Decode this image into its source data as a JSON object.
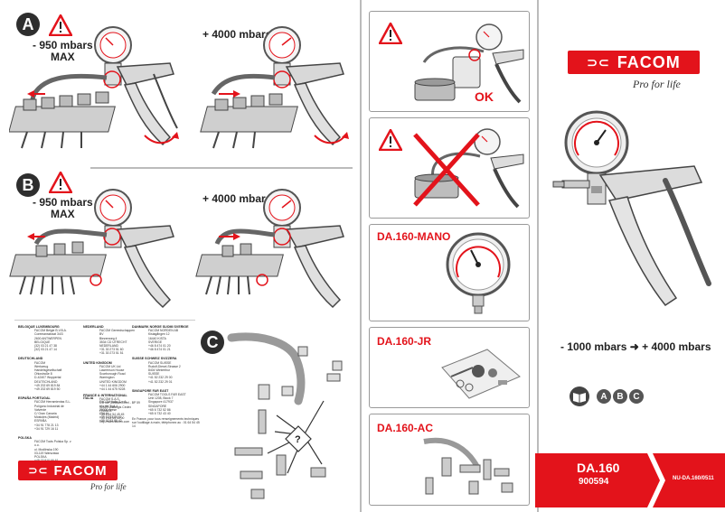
{
  "sections": {
    "a": {
      "badge": "A",
      "left_label_line1": "- 950 mbars",
      "left_label_line2": "MAX",
      "right_label": "+ 4000 mbars"
    },
    "b": {
      "badge": "B",
      "left_label_line1": "- 950 mbars",
      "left_label_line2": "MAX",
      "right_label": "+ 4000 mbars"
    },
    "c": {
      "badge": "C"
    }
  },
  "panels": {
    "ok_label": "OK",
    "mano_title": "DA.160-MANO",
    "jr_title": "DA.160-JR",
    "ac_title": "DA.160-AC"
  },
  "brand": {
    "logo_text": "FACOM",
    "tagline": "Pro for life",
    "range_text": "- 1000 mbars  ➜  + 4000 mbars",
    "manual_letters": [
      "A",
      "B",
      "C"
    ]
  },
  "footer": {
    "product_code": "DA.160",
    "product_number": "900594",
    "doc_ref": "NU-DA.160/0511"
  },
  "contacts": {
    "col1": [
      {
        "head": "BELGIQUE LUXEMBOURG",
        "lines": [
          "FACOM Belgie B.V.B.A.",
          "Coremansstraat 34/3",
          "2600 ANTWERPEN",
          "BELGIQUE",
          "(32) 03 21 47 38",
          "(32) 03 21 47 14"
        ]
      },
      {
        "head": "DEUTSCHLAND",
        "lines": [
          "FACOM",
          "Werkzeug Handelsgesellschaft",
          "Ohiostraße 8",
          "D-42407 Wuppertal",
          "DEUTSCHLAND",
          "+49 202 69 819 84",
          "+49 202 69 819 50"
        ]
      },
      {
        "head": "ESPAÑA PORTUGAL",
        "lines": [
          "FACOM Herramientas S.L.",
          "Polígono Industrial de Valverde",
          "C/ Gran Canaria",
          "Móstoles (Madrid)",
          "ESPAÑA",
          "+34 91 778 21 13",
          "+34 91 729 16 11"
        ]
      },
      {
        "head": "POLSKA",
        "lines": [
          "FACOM Tools Polska Sp. z o.o.",
          "ul. Modlinska 190",
          "03-119 Warszawa",
          "POLSKA",
          "+48 22 510 66 61",
          "+48 22 510 66 66"
        ]
      }
    ],
    "col2": [
      {
        "head": "NEDERLAND",
        "lines": [
          "FACOM Gereedschappen BV",
          "Biezenweg 4",
          "3534 CD UTRECHT",
          "NEDERLAND",
          "+31 30 273 51 60",
          "+31 30 273 51 51"
        ]
      },
      {
        "head": "UNITED KINGDOM",
        "lines": [
          "FACOM UK Ltd",
          "Lawrenson House",
          "Scarborough Road",
          "Warrington",
          "UNITED KINGDOM",
          "+44 1 44 606 2900",
          "+44 1 44 675 9228"
        ]
      },
      {
        "head": "ITALIA",
        "lines": [
          "FACOM Italia S.p.A.",
          "Via dei Tigli 4",
          "20020 Arese",
          "ITALIA",
          "+39 02 93 89 41",
          "+39 02 93 89 42"
        ]
      }
    ],
    "col3": [
      {
        "head": "DANMARK NORGE SUOMI SVERIGE",
        "lines": [
          "FACOM NORDEN AB",
          "Kistagången 12",
          "16440 KISTA",
          "SVERIGE",
          "+46 8 474 01 20",
          "+46 8 474 01 21"
        ]
      },
      {
        "head": "SUISSE SCHWEIZ SVIZZERA",
        "lines": [
          "FACOM SUISSE",
          "Rudolf-Diesel-Strasse 2",
          "8404 Winterthur",
          "SUISSE",
          "+41 52 232 29 00",
          "+41 52 232 29 01"
        ]
      },
      {
        "head": "SINGAPORE FAR EAST",
        "lines": [
          "FACOM TOOLS FAR EAST",
          "Unit 1208, Block 7",
          "Singapore 417937",
          "SINGAPORE",
          "+65 6 732 52 86",
          "+65 6 732 43 40"
        ]
      }
    ],
    "france": {
      "head": "FRANCE & INTERNATIONAL",
      "lines": [
        "FACOM S.A.S.",
        "6-8 rue Gustave Eiffel - BP 59",
        "91423 Morangis Cedex",
        "FRANCE",
        "+33 1 64 54 45 45",
        "+33 1 64 54 45 00",
        "http://www.facom.com"
      ]
    },
    "notice": "En France, pour tous renseignements techniques sur l'outillage à main, téléphonez au : 01 64 54 45 14"
  },
  "icons": [
    "warning-icon",
    "pressure-gauge-icon",
    "manual-book-icon",
    "arrow-right-icon",
    "question-icon"
  ]
}
